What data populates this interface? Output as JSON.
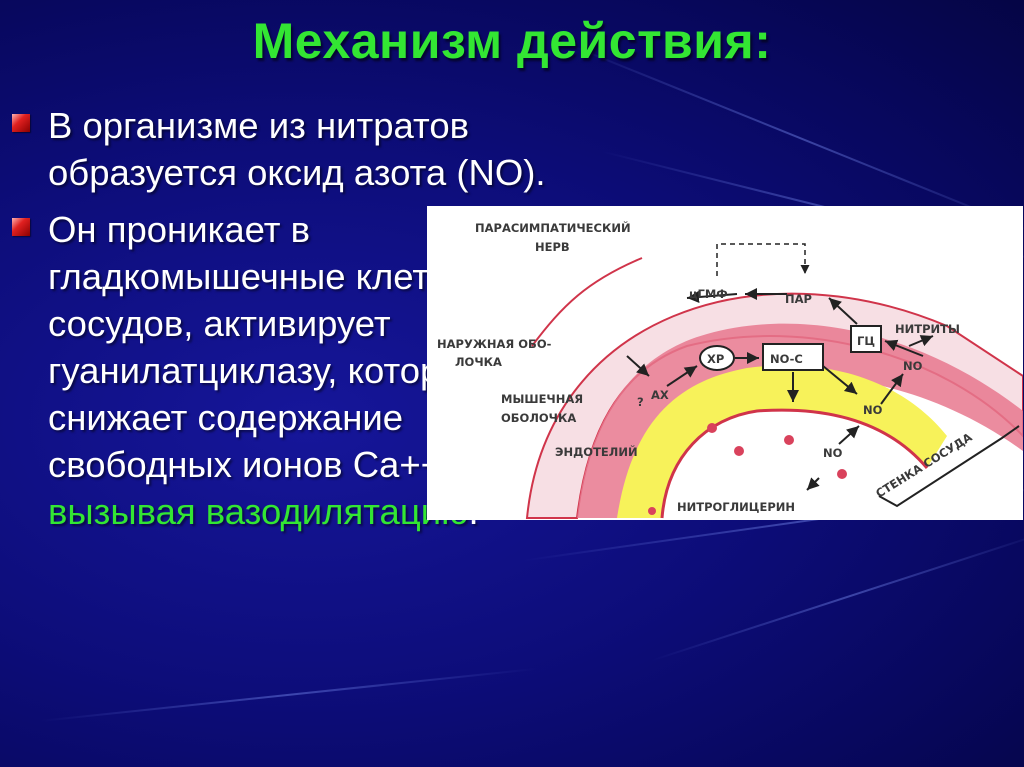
{
  "slide": {
    "title": "Механизм действия:",
    "bullets": [
      {
        "text": "В организме из нитратов образуется оксид азота (NO)."
      },
      {
        "text": "Он проникает в гладкомышечные клетки сосудов, активирует гуанилатциклазу, которая снижает содержание свободных ионов Ca++, ",
        "highlight": "вызывая вазодилятацию",
        "tail": "."
      }
    ]
  },
  "colors": {
    "title": "#33e633",
    "highlight": "#33e633",
    "text": "#ffffff",
    "background": "#0d0d7a",
    "bullet_marker": "#e02020"
  },
  "diagram": {
    "labels": {
      "nerve_1": "ПАРАСИМПАТИЧЕСКИЙ",
      "nerve_2": "НЕРВ",
      "outer_1": "НАРУЖНАЯ ОБО-",
      "outer_2": "ЛОЧКА",
      "muscle_1": "МЫШЕЧНАЯ",
      "muscle_2": "ОБОЛОЧКА",
      "endothelium": "ЭНДОТЕЛИЙ",
      "nitroglycerin": "НИТРОГЛИЦЕРИН",
      "wall": "СТЕНКА СОСУДА",
      "nitrites": "НИТРИТЫ",
      "cgmp": "цГМФ",
      "pkg": "ПАР",
      "gc": "ГЦ",
      "xr": "ХР",
      "nos": "NO-С",
      "ax": "АХ",
      "q": "?",
      "no1": "NO",
      "no2": "NO",
      "no3": "NO"
    }
  }
}
